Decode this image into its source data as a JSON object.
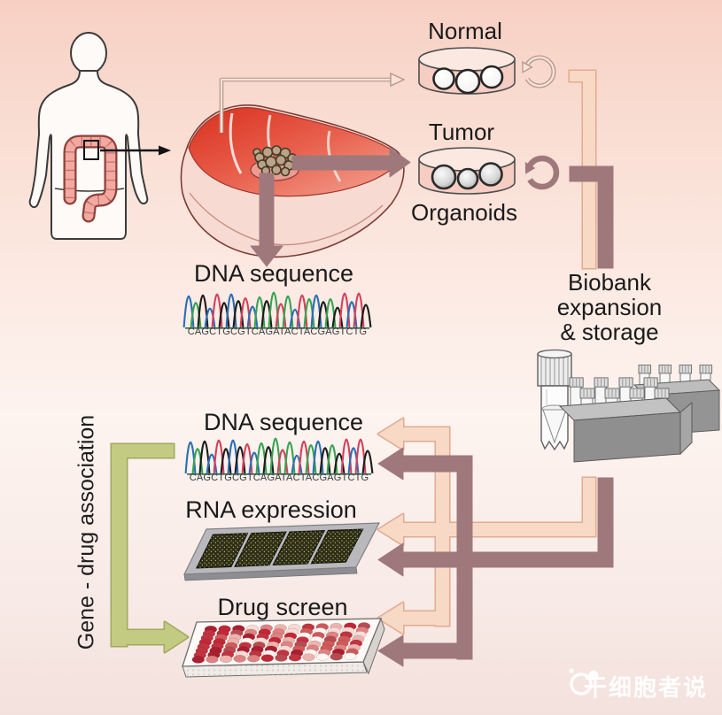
{
  "labels": {
    "normal": "Normal",
    "tumor": "Tumor",
    "organoids": "Organoids",
    "dna_sequence_top": "DNA sequence",
    "dna_sequence_bottom": "DNA sequence",
    "rna_expression": "RNA expression",
    "drug_screen": "Drug screen",
    "biobank": [
      "Biobank",
      "expansion",
      "& storage"
    ],
    "gene_drug_association": "Gene - drug association",
    "watermark": "干细胞者说"
  },
  "sequence": {
    "text": "CAGCTGCGTCAGATACTACGAGTCTG",
    "base_colors": {
      "A": "#35a352",
      "C": "#2a6db5",
      "G": "#1b1b1b",
      "T": "#d63f5b"
    }
  },
  "colors": {
    "background_top": "#f8d0c3",
    "background_bottom": "#f3e1dd",
    "mauve_arrow": "#9f787c",
    "peach_arrow_fill": "#f7d9c5",
    "peach_arrow_outline": "#e2aa8f",
    "green_bracket_fill": "#c2cb81",
    "green_bracket_outline": "#9fa95f",
    "tissue_red": "#d92f1e",
    "dish_fill": "#f5cdc2",
    "rack_gray": "#9a9a9a",
    "body_outline": "#3b3b3b",
    "colon_pink": "#f2a9a1"
  },
  "drug_plate": {
    "rows": 8,
    "cols": 12,
    "well_palette": [
      "#aa1f30",
      "#c03440",
      "#cf5a5a",
      "#dd8381",
      "#ecb4ae",
      "#f7dcd6",
      "#fdf6f3",
      "#b84a52",
      "#c22737"
    ]
  },
  "icons": [
    "human-body-icon",
    "colon-icon",
    "biopsy-arrow-icon",
    "colon-tissue-icon",
    "tumor-cluster-icon",
    "petri-dish-icon",
    "passage-cycle-icon",
    "chromatogram-icon",
    "cryovial-icon",
    "vial-rack-icon",
    "microarray-chip-icon",
    "wellplate-icon",
    "watermark-logo-icon"
  ]
}
